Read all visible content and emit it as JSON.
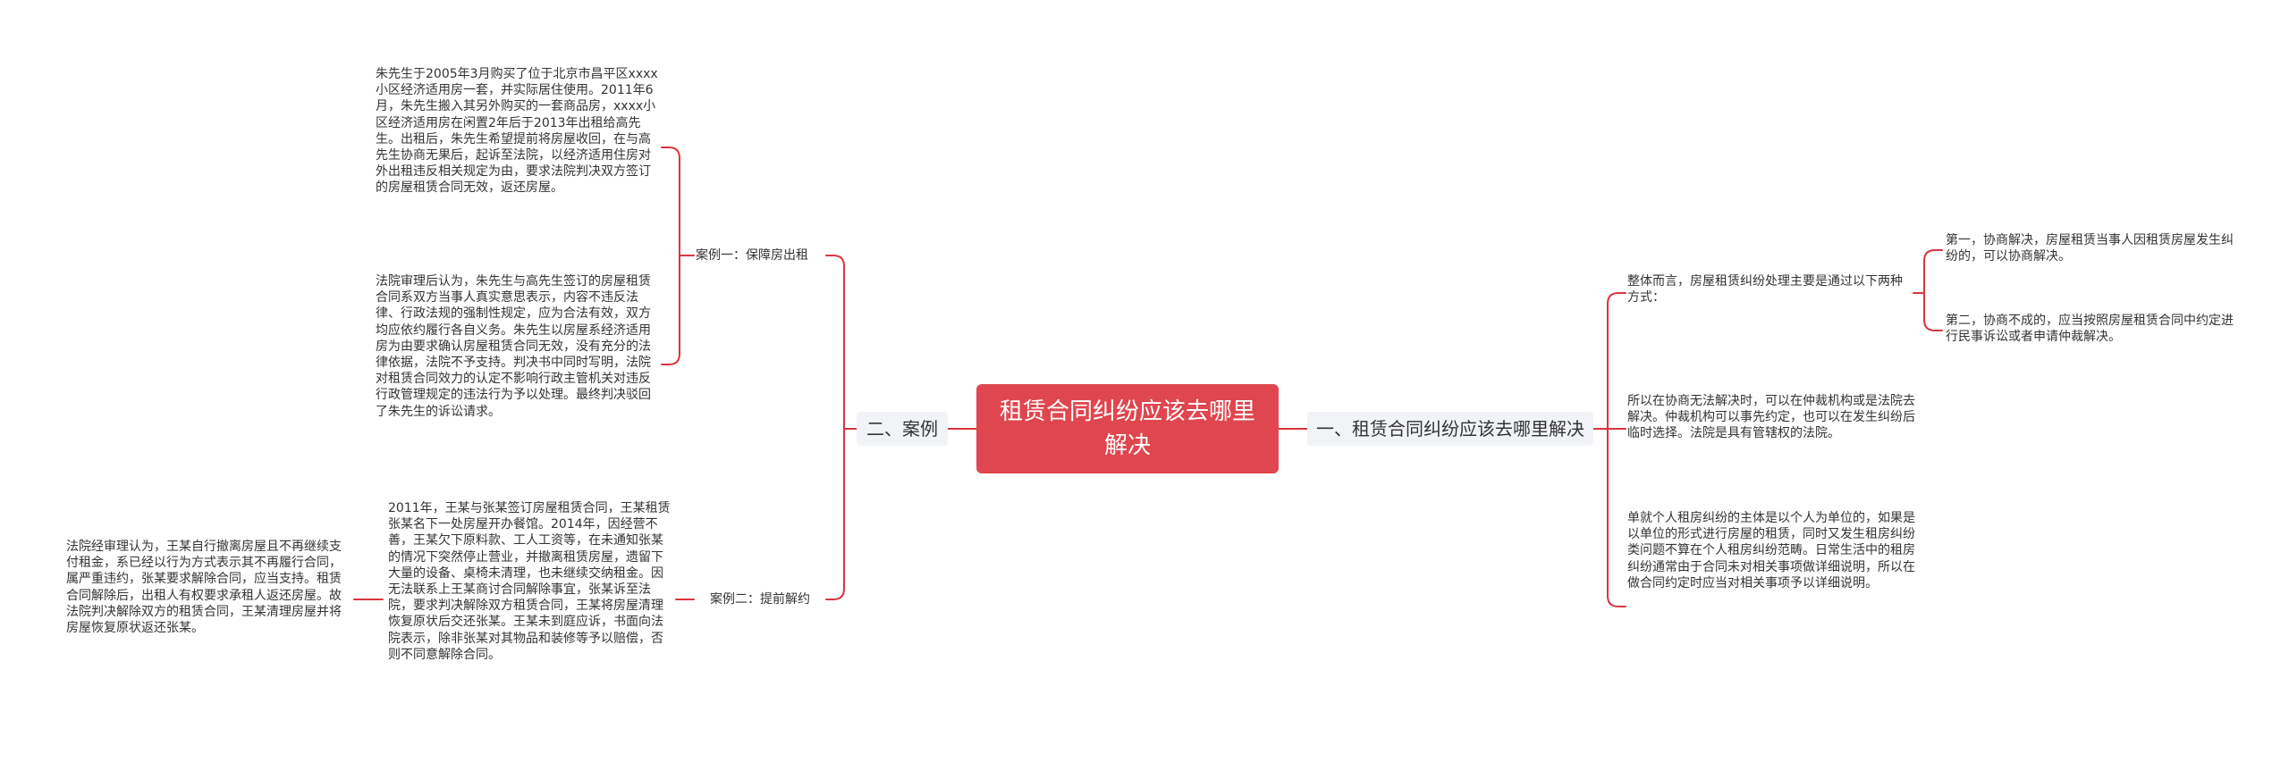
{
  "root": {
    "title": "租赁合同纠纷应该去哪里解决"
  },
  "right_branch": {
    "label": "一、租赁合同纠纷应该去哪里解决",
    "intro": "整体而言，房屋租赁纠纷处理主要是通过以下两种方式：",
    "method_1": "第一，协商解决，房屋租赁当事人因租赁房屋发生纠纷的，可以协商解决。",
    "method_2": "第二，协商不成的，应当按照房屋租赁合同中约定进行民事诉讼或者申请仲裁解决。",
    "arbitration": "所以在协商无法解决时，可以在仲裁机构或是法院去解决。仲裁机构可以事先约定，也可以在发生纠纷后临时选择。法院是具有管辖权的法院。",
    "individual": "单就个人租房纠纷的主体是以个人为单位的，如果是以单位的形式进行房屋的租赁，同时又发生租房纠纷类问题不算在个人租房纠纷范畴。日常生活中的租房纠纷通常由于合同未对相关事项做详细说明，所以在做合同约定时应当对相关事项予以详细说明。"
  },
  "left_branch": {
    "label": "二、案例",
    "case_1": {
      "label": "案例一：保障房出租",
      "facts": "朱先生于2005年3月购买了位于北京市昌平区xxxx小区经济适用房一套，并实际居住使用。2011年6月，朱先生搬入其另外购买的一套商品房，xxxx小区经济适用房在闲置2年后于2013年出租给高先生。出租后，朱先生希望提前将房屋收回，在与高先生协商无果后，起诉至法院，以经济适用住房对外出租违反相关规定为由，要求法院判决双方签订的房屋租赁合同无效，返还房屋。",
      "ruling": "法院审理后认为，朱先生与高先生签订的房屋租赁合同系双方当事人真实意思表示，内容不违反法律、行政法规的强制性规定，应为合法有效，双方均应依约履行各自义务。朱先生以房屋系经济适用房为由要求确认房屋租赁合同无效，没有充分的法律依据，法院不予支持。判决书中同时写明，法院对租赁合同效力的认定不影响行政主管机关对违反行政管理规定的违法行为予以处理。最终判决驳回了朱先生的诉讼请求。"
    },
    "case_2": {
      "label": "案例二：提前解约",
      "facts": "2011年，王某与张某签订房屋租赁合同，王某租赁张某名下一处房屋开办餐馆。2014年，因经营不善，王某欠下原料款、工人工资等，在未通知张某的情况下突然停止营业，并撤离租赁房屋，遗留下大量的设备、桌椅未清理，也未继续交纳租金。因无法联系上王某商讨合同解除事宜，张某诉至法院，要求判决解除双方租赁合同，王某将房屋清理恢复原状后交还张某。王某未到庭应诉，书面向法院表示，除非张某对其物品和装修等予以赔偿，否则不同意解除合同。",
      "ruling": "法院经审理认为，王某自行撤离房屋且不再继续支付租金，系已经以行为方式表示其不再履行合同，属严重违约，张某要求解除合同，应当支持。租赁合同解除后，出租人有权要求承租人返还房屋。故法院判决解除双方的租赁合同，王某清理房屋并将房屋恢复原状返还张某。"
    }
  },
  "colors": {
    "root": "#e0464f",
    "connector": "#d9353f",
    "branch_bg": "#f1f3f6",
    "text": "#333333"
  }
}
